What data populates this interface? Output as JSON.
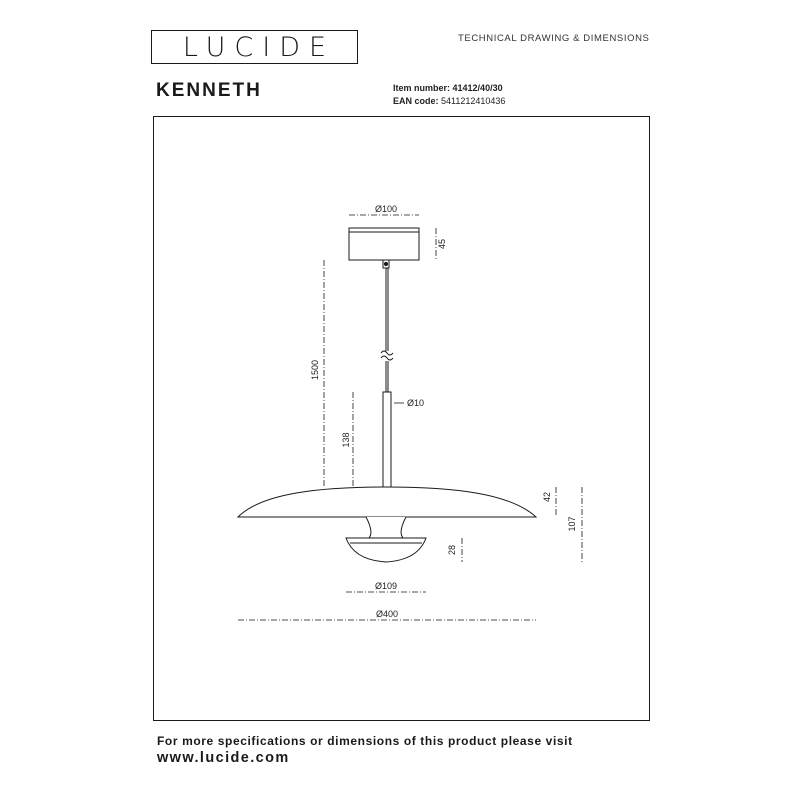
{
  "brand": {
    "logo_text": "LUCIDE"
  },
  "header": {
    "doc_type": "TECHNICAL DRAWING & DIMENSIONS",
    "product_name": "KENNETH",
    "item_label": "Item number:",
    "item_value": "41412/40/30",
    "ean_label": "EAN code:",
    "ean_value": "5411212410436"
  },
  "drawing": {
    "canopy_diameter": "Ø100",
    "canopy_height": "45",
    "cable_length": "1500",
    "stem_diameter": "Ø10",
    "stem_length": "138",
    "shade_height": "42",
    "total_height": "107",
    "lower_height": "28",
    "lower_diameter": "Ø109",
    "shade_diameter": "Ø400"
  },
  "footer": {
    "info_text": "For more specifications or dimensions of this product please visit",
    "url": "www.lucide.com"
  }
}
